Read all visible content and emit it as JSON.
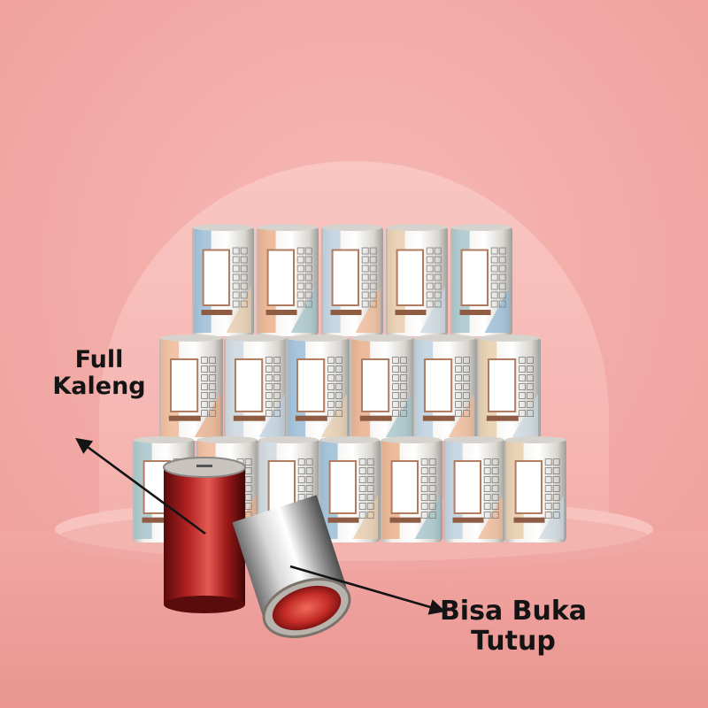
{
  "annotations": {
    "full_kaleng": {
      "line1": "Full",
      "line2": "Kaleng"
    },
    "bisa_buka_tutup": {
      "line1": "Bisa Buka",
      "line2": "Tutup"
    }
  },
  "colors": {
    "background": "#f2a8a4",
    "arch": "#f7bdb9",
    "floor": "#eea19d",
    "pedestal": "#f8c3bf",
    "text": "#141414"
  }
}
